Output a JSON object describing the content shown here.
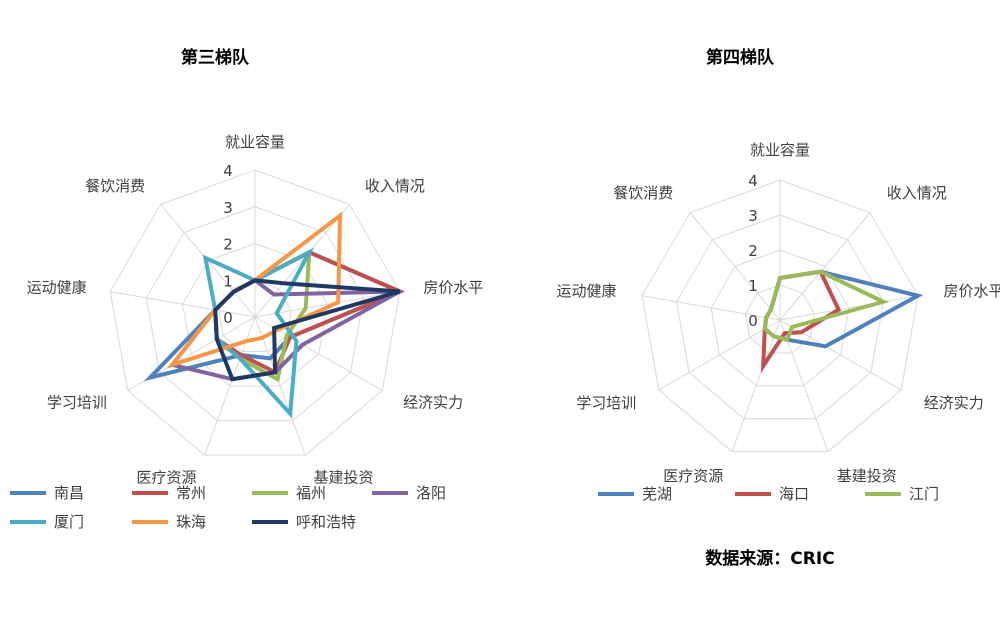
{
  "axes": [
    "就业容量",
    "收入情况",
    "房价水平",
    "经济实力",
    "基建投资",
    "医疗资源",
    "学习培训",
    "运动健康",
    "餐饮消费"
  ],
  "chart_data": [
    {
      "type": "radar",
      "title": "第三梯队",
      "rlim": [
        0,
        4
      ],
      "ticks": [
        "0",
        "1",
        "2",
        "3",
        "4"
      ],
      "grid": true,
      "legend_position": "bottom",
      "series": [
        {
          "name": "南昌",
          "color": "#4f81bd",
          "values": [
            1,
            2.3,
            4,
            1.1,
            1.2,
            1.1,
            3.3,
            1.1,
            0.9
          ]
        },
        {
          "name": "常州",
          "color": "#c0504d",
          "values": [
            1,
            2.3,
            4,
            1.1,
            1.6,
            1.1,
            1.2,
            1.1,
            0.9
          ]
        },
        {
          "name": "福州",
          "color": "#9bbb59",
          "values": [
            1,
            2.3,
            1.4,
            1,
            1.8,
            1.2,
            1.2,
            1.1,
            0.9
          ]
        },
        {
          "name": "洛阳",
          "color": "#8064a2",
          "values": [
            1,
            0.8,
            4,
            1.5,
            1.6,
            1.8,
            2.6,
            1.1,
            0.9
          ]
        },
        {
          "name": "厦门",
          "color": "#4bacc6",
          "values": [
            1,
            2.3,
            0.6,
            1.3,
            2.8,
            1.2,
            1.2,
            1.1,
            2.1
          ]
        },
        {
          "name": "珠海",
          "color": "#f79646",
          "values": [
            1,
            3.6,
            2.3,
            0.7,
            0.6,
            0.7,
            2.6,
            1.1,
            0.9
          ]
        },
        {
          "name": "呼和浩特",
          "color": "#1f3864",
          "values": [
            1,
            1.2,
            4,
            0.6,
            1.6,
            1.8,
            1.2,
            1.1,
            0.9
          ]
        }
      ]
    },
    {
      "type": "radar",
      "title": "第四梯队",
      "rlim": [
        0,
        4
      ],
      "ticks": [
        "0",
        "1",
        "2",
        "3",
        "4"
      ],
      "grid": true,
      "legend_position": "bottom",
      "series": [
        {
          "name": "芜湖",
          "color": "#4f81bd",
          "values": [
            1.2,
            1.8,
            4,
            1.5,
            0.6,
            0.5,
            0.5,
            0.4,
            0.4
          ]
        },
        {
          "name": "海口",
          "color": "#c0504d",
          "values": [
            1.2,
            1.8,
            1.7,
            0.7,
            0.4,
            1.4,
            0.5,
            0.4,
            0.4
          ]
        },
        {
          "name": "江门",
          "color": "#9bbb59",
          "values": [
            1.2,
            1.8,
            3,
            0.4,
            0.6,
            0.5,
            0.5,
            0.4,
            0.4
          ]
        }
      ]
    }
  ],
  "source": "数据来源：CRIC"
}
